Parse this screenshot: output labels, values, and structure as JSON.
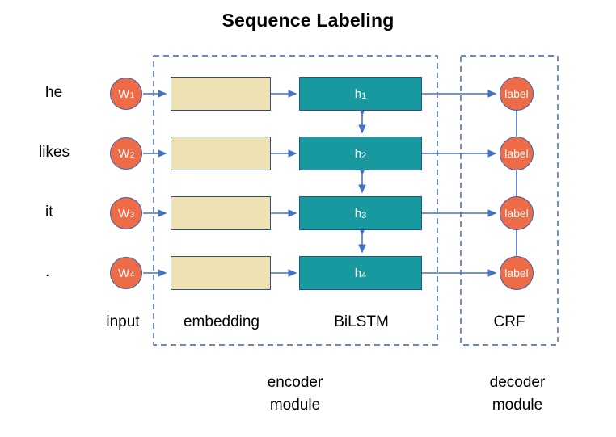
{
  "title": "Sequence Labeling",
  "colors": {
    "token_fill": "#ED6B47",
    "label_fill": "#ED6B47",
    "embedding_fill": "#EEE2B4",
    "lstm_fill": "#1899A0",
    "box_stroke": "#2C5289",
    "arrow": "#4472C4",
    "dashed_box": "#3B5EA8",
    "text_dark": "#000000",
    "text_light": "#FFFFFF",
    "background": "#FFFFFF"
  },
  "rows": [
    {
      "word": "he",
      "token": "W",
      "token_sub": "1",
      "hidden": "h",
      "hidden_sub": "1",
      "label": "label"
    },
    {
      "word": "likes",
      "token": "W",
      "token_sub": "2",
      "hidden": "h",
      "hidden_sub": "2",
      "label": "label"
    },
    {
      "word": "it",
      "token": "W",
      "token_sub": "3",
      "hidden": "h",
      "hidden_sub": "3",
      "label": "label"
    },
    {
      "word": ".",
      "token": "W",
      "token_sub": "4",
      "hidden": "h",
      "hidden_sub": "4",
      "label": "label"
    }
  ],
  "column_labels": {
    "input": "input",
    "embedding": "embedding",
    "bilstm": "BiLSTM",
    "crf": "CRF"
  },
  "module_labels": {
    "encoder_line1": "encoder",
    "encoder_line2": "module",
    "decoder_line1": "decoder",
    "decoder_line2": "module"
  }
}
